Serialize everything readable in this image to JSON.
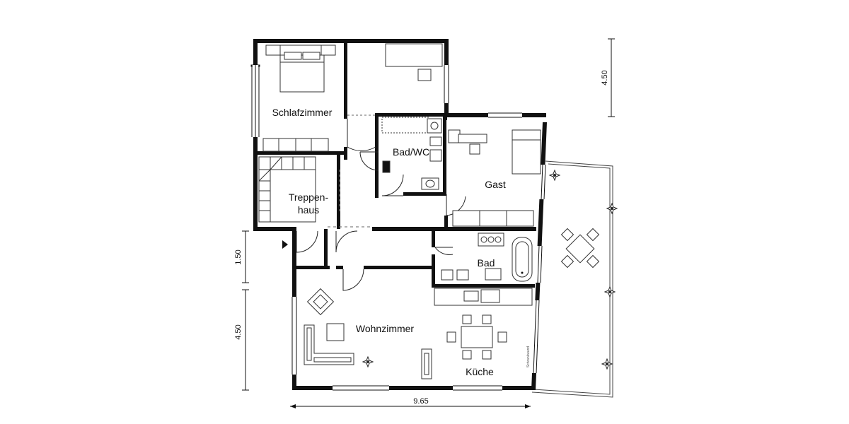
{
  "rooms": {
    "schlafzimmer": "Schlafzimmer",
    "bad_wc": "Bad/WC",
    "gast": "Gast",
    "treppenhaus_line1": "Treppen-",
    "treppenhaus_line2": "haus",
    "bad": "Bad",
    "wohnzimmer": "Wohnzimmer",
    "kueche": "Küche"
  },
  "dimensions": {
    "top_right": "4.50",
    "left_upper": "1.50",
    "left_lower": "4.50",
    "bottom": "9.65"
  },
  "small_text": {
    "wall_note": "Schrankwand"
  },
  "colors": {
    "wall": "#111111",
    "background": "#ffffff"
  }
}
